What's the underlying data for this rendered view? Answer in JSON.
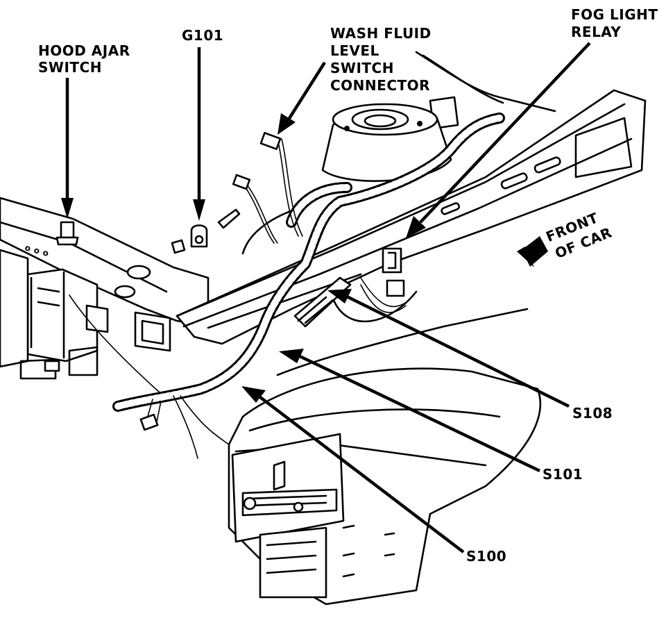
{
  "labels": {
    "hood_ajar_switch": [
      "HOOD AJAR",
      "SWITCH"
    ],
    "g101": "G101",
    "wash_fluid": [
      "WASH FLUID",
      "LEVEL",
      "SWITCH",
      "CONNECTOR"
    ],
    "fog_light_relay": [
      "FOG LIGHT",
      "RELAY"
    ],
    "front_of_car": [
      "FRONT",
      "OF CAR"
    ],
    "s108": "S108",
    "s101": "S101",
    "s100": "S100"
  }
}
